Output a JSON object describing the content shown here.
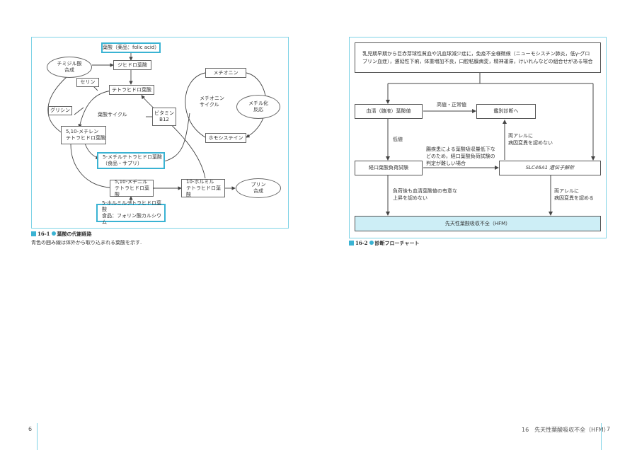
{
  "left_figure": {
    "boxes": {
      "folic": "葉酸（薬品：folic acid）",
      "dihydro": "ジヒドロ葉酸",
      "tetrahydro": "テトラヒドロ葉酸",
      "serine": "セリン",
      "glycine": "グリシン",
      "methylene": "5,10-メチレン\nテトラヒドロ葉酸",
      "methyl": "5-メチルテトラヒドロ葉酸\n（食品・サプリ）",
      "methenyl": "5,10-メチニル\nテトラヒドロ葉酸",
      "formyl5": "5-ホルミルテトラヒドロ葉酸\n食品：フォリン酸カルシウム",
      "formyl10": "10-ホルミル\nテトラヒドロ葉酸",
      "vitb12": "ビタミン\nB12",
      "methionine": "メチオニン",
      "homocysteine": "ホモシステイン"
    },
    "ellipses": {
      "thymidylate": "チミジル酸\n合成",
      "methylation": "メチル化\n反応",
      "purine": "プリン\n合成"
    },
    "labels": {
      "folate_cycle": "葉酸サイクル",
      "methionine_cycle": "メチオニン\nサイクル"
    },
    "caption": {
      "number": "16-1",
      "title": "葉酸の代謝経路",
      "note": "青色の囲み線は体外から取り込まれる葉酸を示す."
    }
  },
  "right_figure": {
    "boxes": {
      "symptoms": "乳児期早期から巨赤芽球性貧血や汎血球減少症に，免疫不全様徴候（ニューモシスチン肺炎，低γ-グロ\nブリン血症），遷延性下痢，体重増加不良，口腔粘膜病変，精神運滞，けいれんなどの組合せがある場合",
      "serum": "血清（髄液）葉酸値",
      "differential": "鑑別診断へ",
      "oral_test": "経口葉酸負荷試験",
      "gene": "SLC46A1 遺伝子解析",
      "hfm": "先天性葉酸吸収不全（HFM）"
    },
    "labels": {
      "high_normal": "高値・正常値",
      "low": "低値",
      "intestinal": "腸疾患による葉酸吸収量低下な\nどのため，経口葉酸負荷試験の\n判定が難しい場合",
      "no_rise": "負荷後も血清葉酸値の有意な\n上昇を認めない",
      "no_mutation": "両アレルに\n病因変異を認めない",
      "mutation": "両アレルに\n病因変異を認める"
    },
    "caption": {
      "number": "16-2",
      "title": "診断フローチャート"
    }
  },
  "footer": {
    "left_page": "6",
    "right_page": "7",
    "running_title": "16　先天性葉酸吸収不全（HFM）"
  }
}
